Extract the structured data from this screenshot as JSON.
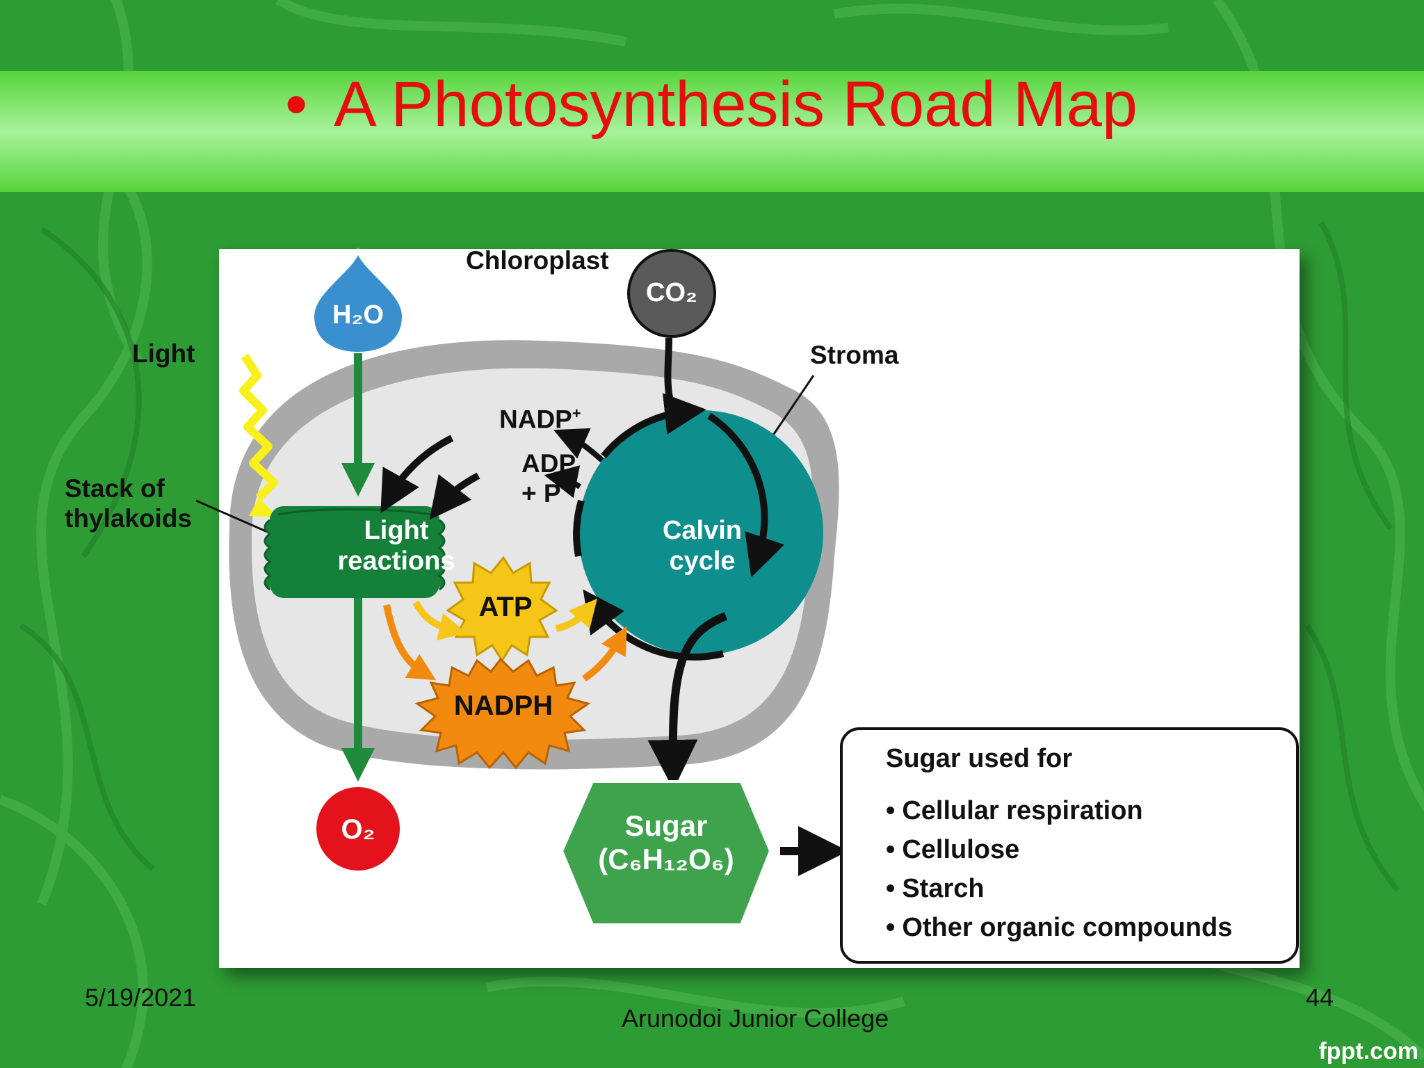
{
  "slide": {
    "title": "A Photosynthesis Road Map",
    "title_bullet": "•",
    "date": "5/19/2021",
    "footer": "Arunodoi Junior College",
    "page_number": "44",
    "brand": "fppt.com",
    "title_color": "#e60d0d"
  },
  "diagram": {
    "chloroplast_label": "Chloroplast",
    "light_label": "Light",
    "stroma_label": "Stroma",
    "thylakoid_label_line1": "Stack of",
    "thylakoid_label_line2": "thylakoids",
    "nadp_label": "NADP",
    "nadp_sup": "+",
    "adp_label_line1": "ADP",
    "adp_label_line2": "+ P",
    "light_reactions_line1": "Light",
    "light_reactions_line2": "reactions",
    "calvin_line1": "Calvin",
    "calvin_line2": "cycle",
    "atp": "ATP",
    "nadph": "NADPH",
    "h2o": "H₂O",
    "co2": "CO₂",
    "o2": "O₂",
    "sugar_line1": "Sugar",
    "sugar_line2": "(C₆H₁₂O₆)",
    "sugar_used_for": "Sugar used for",
    "uses": [
      "Cellular respiration",
      "Cellulose",
      "Starch",
      "Other organic compounds"
    ],
    "bullet": "•"
  },
  "colors": {
    "green_arrow": "#1f8a3c",
    "teal": "#0f8e8e",
    "atp_yellow": "#f5c518",
    "nadph_orange": "#f28a10",
    "h2o_blue": "#3a8fcf",
    "co2_gray": "#5a5a5a",
    "o2_red": "#e3121b",
    "sugar_green": "#3fa34d"
  }
}
